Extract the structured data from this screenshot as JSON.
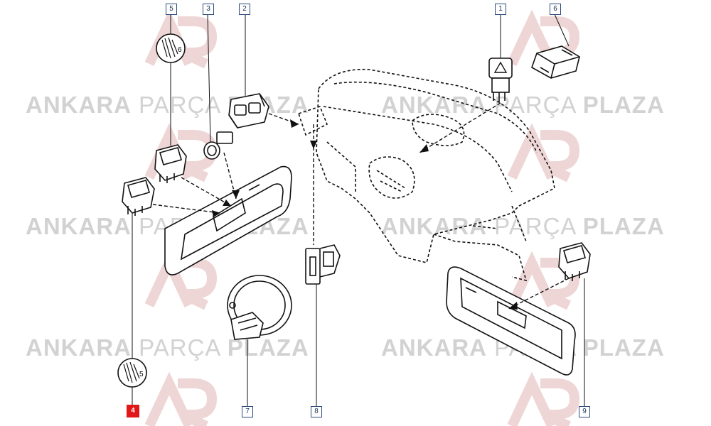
{
  "watermark": {
    "word1": "ANKARA",
    "word2": "PARÇA",
    "word3": "PLAZA",
    "color": "#d2d2d2"
  },
  "callouts": [
    {
      "id": "1",
      "active": false
    },
    {
      "id": "2",
      "active": false
    },
    {
      "id": "3",
      "active": false
    },
    {
      "id": "4",
      "active": true
    },
    {
      "id": "5",
      "active": false
    },
    {
      "id": "6",
      "active": false
    },
    {
      "id": "7",
      "active": false
    },
    {
      "id": "8",
      "active": false
    },
    {
      "id": "9",
      "active": false
    }
  ],
  "connector_labels": {
    "top": "6",
    "bottom": "5"
  },
  "colors": {
    "highlight": "#e01818",
    "callout_border": "#2c4a7a",
    "line": "#111111"
  }
}
